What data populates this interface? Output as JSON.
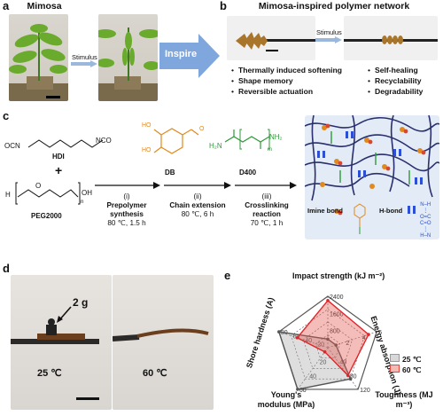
{
  "panel_a": {
    "label": "a",
    "title": "Mimosa",
    "stimulus": "Stimulus"
  },
  "inspire": "Inspire",
  "panel_b": {
    "label": "b",
    "title": "Mimosa-inspired polymer network",
    "stimulus": "Stimulus",
    "properties_left": [
      "Thermally induced softening",
      "Shape memory",
      "Reversible actuation"
    ],
    "properties_right": [
      "Self-healing",
      "Recyclability",
      "Degradability"
    ]
  },
  "panel_c": {
    "label": "c",
    "hdi": "HDI",
    "hdi_left_group": "OCN",
    "hdi_right_group": "NCO",
    "plus": "+",
    "peg": "PEG2000",
    "peg_h": "H",
    "peg_oh": "OH",
    "peg_n": "n",
    "db": "DB",
    "d400": "D400",
    "d400_h2n": "H₂N",
    "d400_nh2": "NH₂",
    "d400_m": "m",
    "steps": [
      {
        "num": "(i)",
        "name": "Prepolymer synthesis",
        "cond": "80 ℃, 1.5 h"
      },
      {
        "num": "(ii)",
        "name": "Chain extension",
        "cond": "80 ℃, 6 h"
      },
      {
        "num": "(iii)",
        "name": "Crosslinking reaction",
        "cond": "70 ℃, 1 h"
      }
    ],
    "imine_bond": "Imine bond",
    "h_bond": "H-bond"
  },
  "panel_d": {
    "label": "d",
    "weight": "2 g",
    "temp_left": "25 ℃",
    "temp_right": "60 ℃"
  },
  "panel_e": {
    "label": "e",
    "axes": [
      {
        "name": "Impact strength (kJ m⁻²)",
        "ticks": [
          "0",
          "800",
          "1600",
          "2400"
        ]
      },
      {
        "name": "Energy absorption (J)",
        "ticks": [
          "0",
          "2",
          "4",
          "6"
        ]
      },
      {
        "name": "Toughness (MJ m⁻³)",
        "ticks": [
          "0",
          "40",
          "80",
          "120"
        ]
      },
      {
        "name": "Young's modulus (MPa)",
        "ticks": [
          "0",
          "20",
          "40",
          "60"
        ]
      },
      {
        "name": "Shore hardness (A)",
        "ticks": [
          "0",
          "20",
          "40",
          "60",
          "80"
        ]
      }
    ],
    "legend": [
      {
        "name": "25 ℃",
        "color": "#9a9a9a"
      },
      {
        "name": "60 ℃",
        "color": "#e0463e"
      }
    ]
  },
  "chart_data": {
    "type": "radar",
    "axes": [
      "Impact strength (kJ m⁻²)",
      "Energy absorption (J)",
      "Toughness (MJ m⁻³)",
      "Young's modulus (MPa)",
      "Shore hardness (A)"
    ],
    "axis_max": [
      2400,
      6,
      120,
      60,
      80
    ],
    "series": [
      {
        "name": "25 ℃",
        "values": [
          400,
          1.0,
          90,
          60,
          80
        ]
      },
      {
        "name": "60 ℃",
        "values": [
          2200,
          5.0,
          80,
          6,
          50
        ]
      }
    ]
  }
}
